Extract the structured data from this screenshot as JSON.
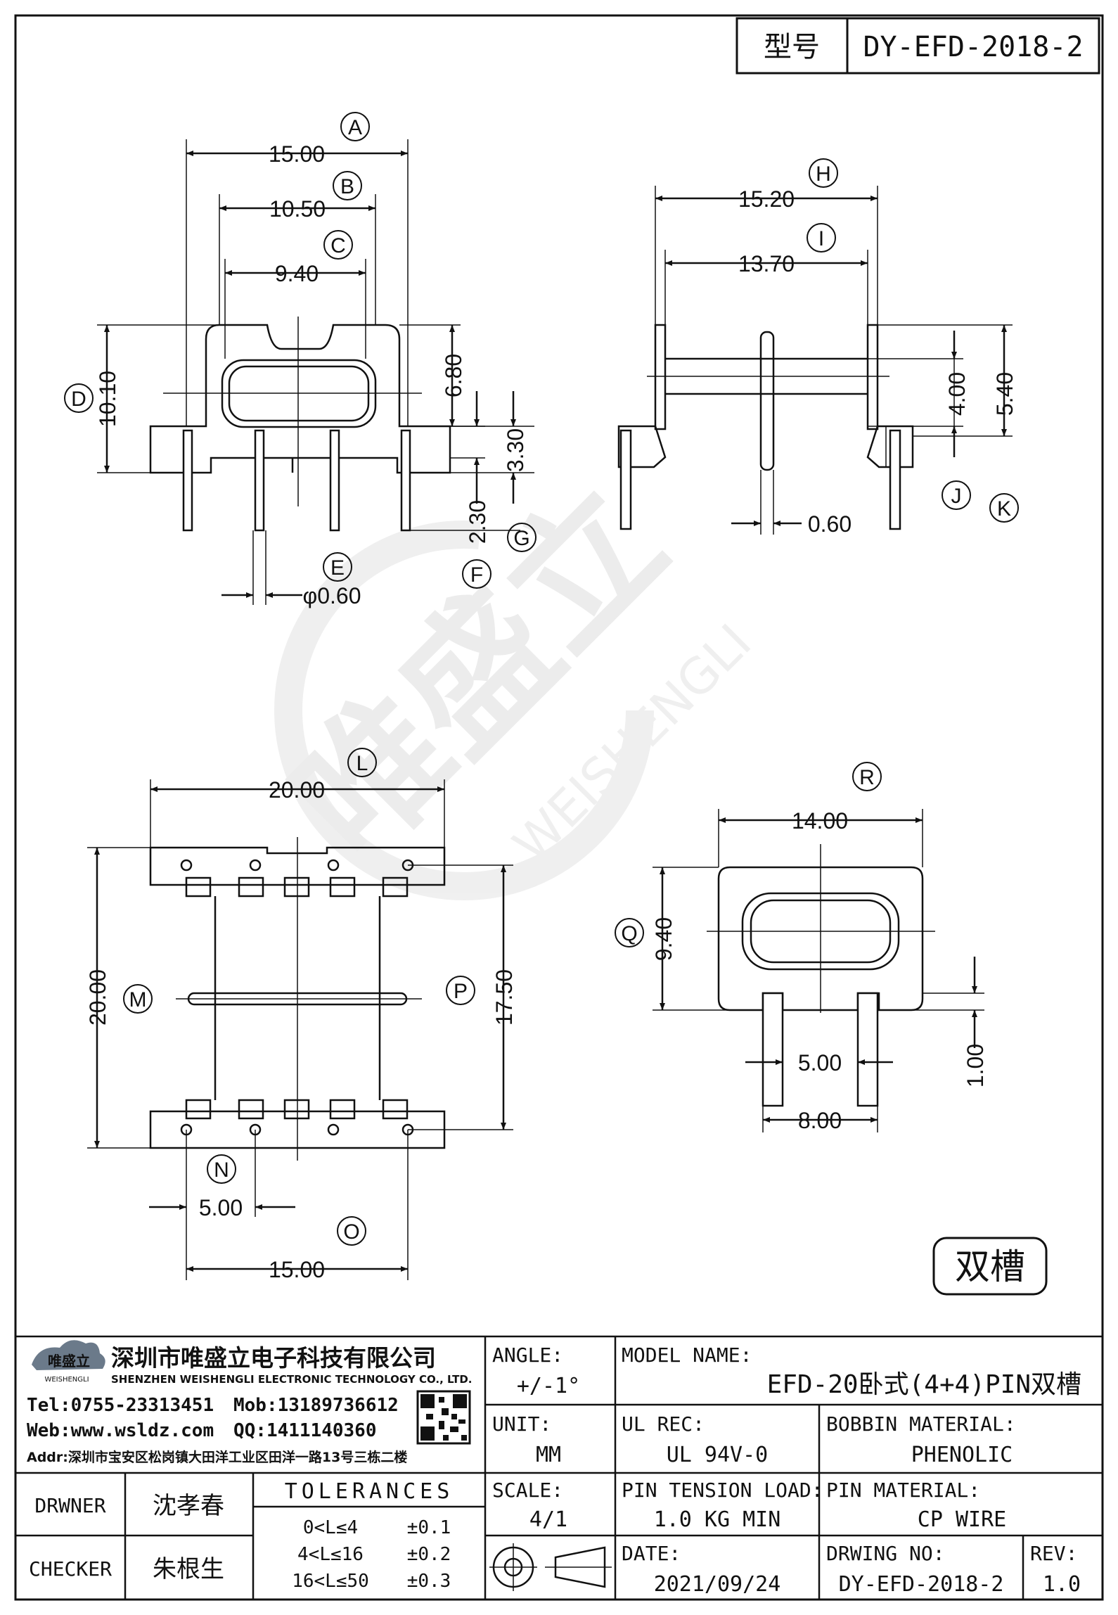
{
  "header": {
    "model_label": "型号",
    "model_value": "DY-EFD-2018-2"
  },
  "views": {
    "front": {
      "A": {
        "letter": "A",
        "value": "15.00"
      },
      "B": {
        "letter": "B",
        "value": "10.50"
      },
      "C": {
        "letter": "C",
        "value": "9.40"
      },
      "D": {
        "letter": "D",
        "value": "10.10"
      },
      "h680": {
        "value": "6.80"
      },
      "E": {
        "letter": "E",
        "value": "φ0.60"
      },
      "F": {
        "letter": "F",
        "value": "2.30"
      },
      "G": {
        "letter": "G",
        "value": "3.30"
      }
    },
    "side": {
      "H": {
        "letter": "H",
        "value": "15.20"
      },
      "I": {
        "letter": "I",
        "value": "13.70"
      },
      "J": {
        "letter": "J",
        "value": "4.00"
      },
      "K": {
        "letter": "K",
        "value": "5.40"
      },
      "flange": {
        "value": "0.60"
      }
    },
    "bottom": {
      "L": {
        "letter": "L",
        "value": "20.00"
      },
      "M": {
        "letter": "M",
        "value": "20.00"
      },
      "P": {
        "letter": "P",
        "value": "17.50"
      },
      "N": {
        "letter": "N",
        "value": "5.00"
      },
      "O": {
        "letter": "O",
        "value": "15.00"
      }
    },
    "end": {
      "R": {
        "letter": "R",
        "value": "14.00"
      },
      "Q": {
        "letter": "Q",
        "value": "9.40"
      },
      "w500": {
        "value": "5.00"
      },
      "w800": {
        "value": "8.00"
      },
      "h100": {
        "value": "1.00"
      }
    }
  },
  "slot_label": "双槽",
  "watermark": {
    "cn": "唯盛立",
    "en": "WEISHENGLI"
  },
  "company": {
    "logo_text": "唯盛立",
    "logo_sub": "WEISHENGLI",
    "name_cn": "深圳市唯盛立电子科技有限公司",
    "name_en": "SHENZHEN WEISHENGLI ELECTRONIC TECHNOLOGY CO., LTD.",
    "tel": "Tel:0755-23313451",
    "mob": "Mob:13189736612",
    "web": "Web:www.wsldz.com",
    "qq": "QQ:1411140360",
    "addr": "Addr:深圳市宝安区松岗镇大田洋工业区田洋一路13号三栋二楼"
  },
  "fields": {
    "angle_label": "ANGLE:",
    "angle_value": "+/-1°",
    "model_name_label": "MODEL NAME:",
    "model_name_value": "EFD-20卧式(4+4)PIN双槽",
    "unit_label": "UNIT:",
    "unit_value": "MM",
    "ul_label": "UL REC:",
    "ul_value": "UL 94V-0",
    "bobbin_label": "BOBBIN MATERIAL:",
    "bobbin_value": "PHENOLIC",
    "drawer_label": "DRWNER",
    "drawer_value": "沈孝春",
    "tolerances_label": "TOLERANCES",
    "scale_label": "SCALE:",
    "scale_value": "4/1",
    "pin_tension_label": "PIN TENSION LOAD:",
    "pin_tension_value": "1.0 KG MIN",
    "pin_material_label": "PIN MATERIAL:",
    "pin_material_value": "CP WIRE",
    "checker_label": "CHECKER",
    "checker_value": "朱根生",
    "tol1_range": "0<L≤4",
    "tol1_value": "±0.1",
    "tol2_range": "4<L≤16",
    "tol2_value": "±0.2",
    "tol3_range": "16<L≤50",
    "tol3_value": "±0.3",
    "date_label": "DATE:",
    "date_value": "2021/09/24",
    "drawing_no_label": "DRWING NO:",
    "drawing_no_value": "DY-EFD-2018-2",
    "rev_label": "REV:",
    "rev_value": "1.0"
  }
}
